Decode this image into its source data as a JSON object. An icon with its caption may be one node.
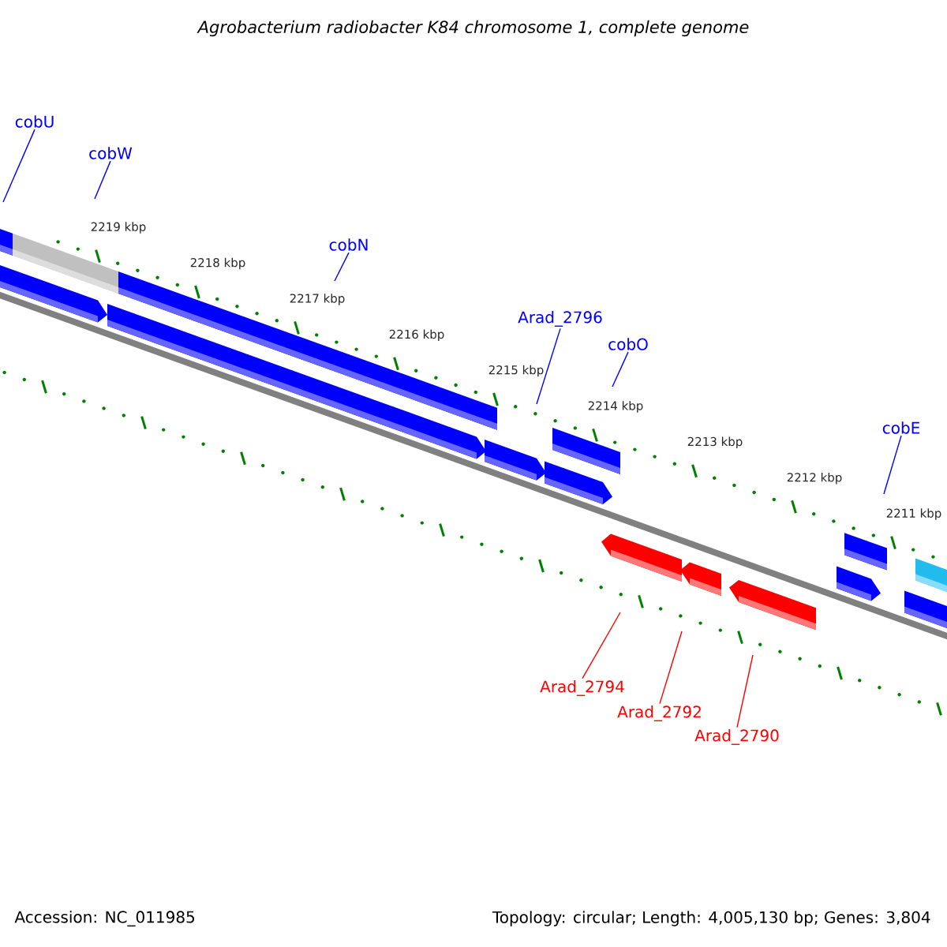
{
  "diagram": {
    "title": "Agrobacterium radiobacter K84 chromosome 1, complete genome",
    "nodes": [
      {
        "text": [
          "cobU"
        ]
      },
      {
        "text": [
          "cobW"
        ]
      },
      {
        "text": [
          "cobN"
        ]
      },
      {
        "text": [
          "Arad_2796"
        ]
      },
      {
        "text": [
          "cobO"
        ]
      },
      {
        "text": [
          "cobE"
        ]
      },
      {
        "text": [
          "Arad_2794"
        ]
      },
      {
        "text": [
          "Arad_2792"
        ]
      },
      {
        "text": [
          "Arad_2790"
        ]
      }
    ],
    "edges": [
      {
        "from": 0,
        "to": null,
        "arrow": "none"
      },
      {
        "from": 1,
        "to": null,
        "arrow": "none"
      },
      {
        "from": 2,
        "to": null,
        "arrow": "none"
      },
      {
        "from": 3,
        "to": null,
        "arrow": "none"
      },
      {
        "from": 4,
        "to": null,
        "arrow": "none"
      },
      {
        "from": 5,
        "to": null,
        "arrow": "none"
      },
      {
        "from": 6,
        "to": null,
        "arrow": "none",
        "color": "#ff0000"
      },
      {
        "from": 7,
        "to": null,
        "arrow": "none",
        "color": "#ff0000"
      },
      {
        "from": 8,
        "to": null,
        "arrow": "none",
        "color": "#ff0000"
      }
    ],
    "labels": [
      "2219 kbp",
      "2218 kbp",
      "2217 kbp",
      "2216 kbp",
      "2215 kbp",
      "2214 kbp",
      "2213 kbp",
      "2212 kbp",
      "2211 kbp",
      "Accession: NC_011985",
      "Topology: circular; Length: 4,005,130 bp; Genes: 3,804"
    ]
  }
}
